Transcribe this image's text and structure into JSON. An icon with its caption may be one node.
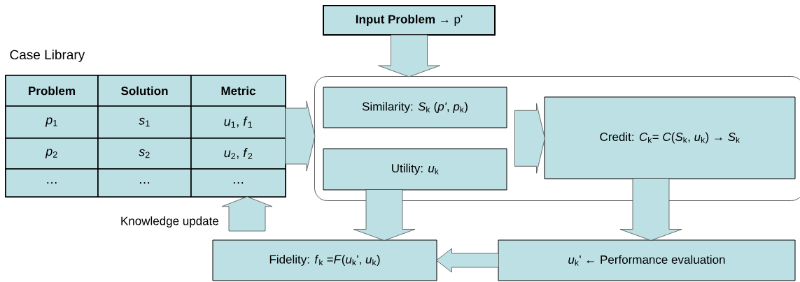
{
  "diagram": {
    "nodes": [
      {
        "text": [
          "**Input Problem →** p'"
        ]
      },
      {
        "text": [
          "Case Library"
        ]
      },
      {
        "text": [],
        "shape": "box"
      },
      {
        "text": [
          "Similarity: *S*$_{k}$ (*p'*, *p*$_{k}$)"
        ],
        "in": 2
      },
      {
        "text": [
          "Utility: *u*$_{k}$"
        ],
        "in": 2
      },
      {
        "text": [
          "Credit: *C*$_{k}$= *C*(*S*$_{k}$, *u*$_{k}$) → *S*$_{k}$"
        ],
        "in": 2
      },
      {
        "text": [
          "Fidelity: *f*$_{k}$ =*F*(*u*$_{k}$', *u*$_{k}$)"
        ]
      },
      {
        "text": [
          "*u*$_{k}$' ← Performance evaluation"
        ]
      }
    ],
    "edges": [
      {
        "from": 0,
        "to": 2,
        "arrow": "to"
      },
      {
        "from": 1,
        "to": 2,
        "arrow": "to"
      },
      {
        "from": 3,
        "to": 5,
        "arrow": "to"
      },
      {
        "from": 4,
        "to": 5,
        "arrow": "to"
      },
      {
        "from": 4,
        "to": 6,
        "arrow": "to"
      },
      {
        "from": 5,
        "to": 7,
        "arrow": "to"
      },
      {
        "from": 7,
        "to": 6,
        "arrow": "to"
      },
      {
        "from": null,
        "to": 1,
        "arrow": "to",
        "label": "Knowledge update"
      }
    ],
    "labels": [
      "Problem",
      "Solution",
      "Metric",
      "*p*$_{1}$",
      "*s*$_{1}$",
      "*u*$_{1}$, *f*$_{1}$",
      "*p*$_{2}$",
      "*s*$_{2}$",
      "*u*$_{2}$, *f*$_{2}$",
      "…",
      "…",
      "…"
    ]
  }
}
